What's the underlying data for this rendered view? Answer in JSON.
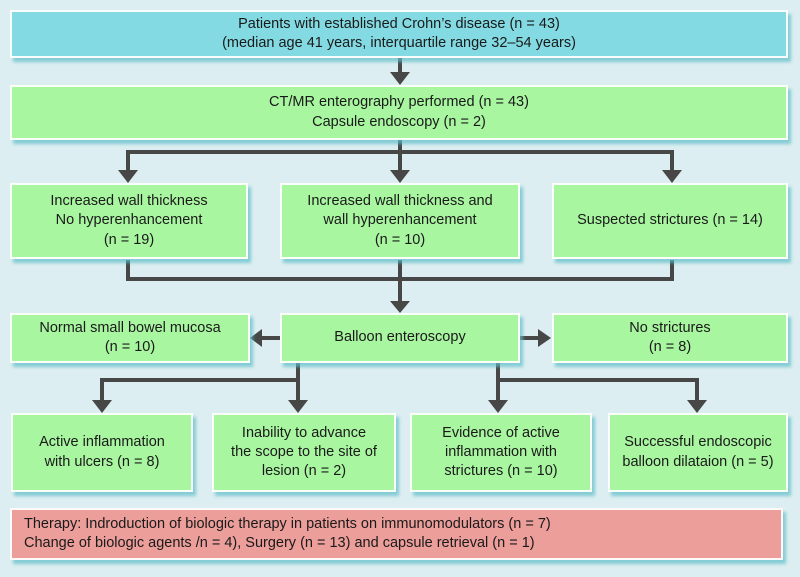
{
  "colors": {
    "background": "#DCEEF1",
    "box_cyan": "#83DAE2",
    "box_green": "#A9F6A1",
    "box_pink": "#EB9E9A",
    "arrow": "#474747",
    "text": "#1A1A1A"
  },
  "boxes": {
    "patients": {
      "lines": [
        "Patients with established Crohn’s disease (n = 43)",
        "(median age 41 years, interquartile range 32–54 years)"
      ]
    },
    "imaging": {
      "lines": [
        "CT/MR enterography performed (n = 43)",
        "Capsule endoscopy (n = 2)"
      ]
    },
    "wall_thickness": {
      "lines": [
        "Increased wall thickness",
        "No hyperenhancement",
        "(n = 19)"
      ]
    },
    "wall_thickness_enhancement": {
      "lines": [
        "Increased wall thickness and",
        "wall hyperenhancement",
        "(n = 10)"
      ]
    },
    "suspected_strictures": {
      "lines": [
        "Suspected strictures (n = 14)"
      ]
    },
    "normal_mucosa": {
      "lines": [
        "Normal small bowel mucosa",
        "(n = 10)"
      ]
    },
    "balloon_enteroscopy": {
      "lines": [
        "Balloon enteroscopy"
      ]
    },
    "no_strictures": {
      "lines": [
        "No strictures",
        "(n = 8)"
      ]
    },
    "active_inflammation": {
      "lines": [
        "Active inflammation",
        "with ulcers (n = 8)"
      ]
    },
    "inability_advance": {
      "lines": [
        "Inability to advance",
        "the scope to the site of",
        "lesion (n = 2)"
      ]
    },
    "evidence_inflammation": {
      "lines": [
        "Evidence of active",
        "inflammation with",
        "strictures (n = 10)"
      ]
    },
    "balloon_dilation": {
      "lines": [
        "Successful endoscopic",
        "balloon dilataion (n = 5)"
      ]
    },
    "therapy": {
      "lines": [
        "Therapy: Indroduction of biologic therapy in patients on immunomodulators (n = 7)",
        "Change of biologic agents /n = 4), Surgery (n = 13) and capsule retrieval (n = 1)"
      ]
    }
  }
}
